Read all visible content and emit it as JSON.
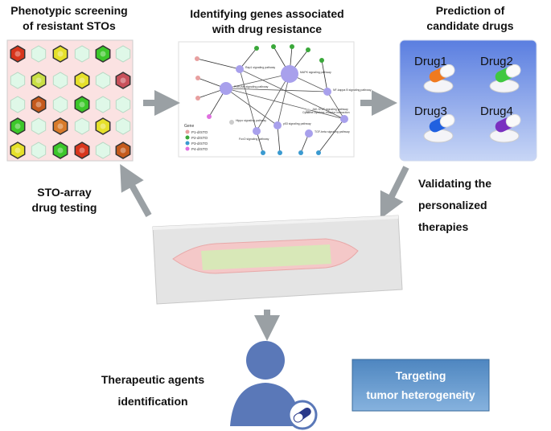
{
  "panels": {
    "screening": {
      "title_line1": "Phenotypic screening",
      "title_line2": "of resistant STOs"
    },
    "genes": {
      "title_line1": "Identifying genes associated",
      "title_line2": "with drug resistance"
    },
    "prediction": {
      "title_line1": "Prediction of",
      "title_line2": "candidate drugs"
    }
  },
  "well_grid": [
    [
      "red",
      "empty",
      "yellow",
      "empty",
      "green",
      "empty"
    ],
    [
      "empty",
      "yellowgreen",
      "empty",
      "yellow",
      "empty",
      "pink"
    ],
    [
      "empty",
      "brown",
      "empty",
      "green",
      "empty",
      "empty"
    ],
    [
      "green",
      "empty",
      "orange",
      "empty",
      "yellow",
      "empty"
    ],
    [
      "yellow",
      "empty",
      "green",
      "red",
      "empty",
      "brown"
    ]
  ],
  "well_colors": {
    "red": "#d8351c",
    "yellow": "#e6e02a",
    "green": "#3cc72a",
    "yellowgreen": "#c9df45",
    "pink": "#c8505a",
    "brown": "#c45a1c",
    "orange": "#d87a2a",
    "empty": "#dff8e8"
  },
  "network": {
    "pathways": [
      "PI3K/Akt signaling pathway",
      "MAPK signaling pathway",
      "Rap1 signaling pathway",
      "NF-kappa B signaling pathway",
      "JAK-STAT signaling pathway",
      "Cytokine-cytokine receptor interaction",
      "FoxO signaling pathway",
      "p53 signaling pathway",
      "TGF-beta signaling pathway",
      "Hippo signaling pathway"
    ],
    "legend_title": "Gene",
    "legend": [
      {
        "label": "P1-drSTO",
        "color": "#e8a0a0"
      },
      {
        "label": "P2-drSTO",
        "color": "#3aa83a"
      },
      {
        "label": "P3-drSTO",
        "color": "#3a9ad0"
      },
      {
        "label": "P4-drSTO",
        "color": "#e070e0"
      }
    ]
  },
  "drugs": [
    {
      "label": "Drug1",
      "color": "#f07a20"
    },
    {
      "label": "Drug2",
      "color": "#40c840"
    },
    {
      "label": "Drug3",
      "color": "#2060e0"
    },
    {
      "label": "Drug4",
      "color": "#7a30c0"
    }
  ],
  "labels": {
    "sto_array_line1": "STO-array",
    "sto_array_line2": "drug testing",
    "validating_line1": "Validating the",
    "validating_line2": "personalized",
    "validating_line3": "therapies",
    "therapeutic_line1": "Therapeutic agents",
    "therapeutic_line2": "identification",
    "targeting_line1": "Targeting",
    "targeting_line2": "tumor heterogeneity"
  },
  "colors": {
    "arrow": "#9aa0a4",
    "drug_panel": "#6f8fe0",
    "target_box": "#5e93c8",
    "person": "#5a78b8"
  }
}
